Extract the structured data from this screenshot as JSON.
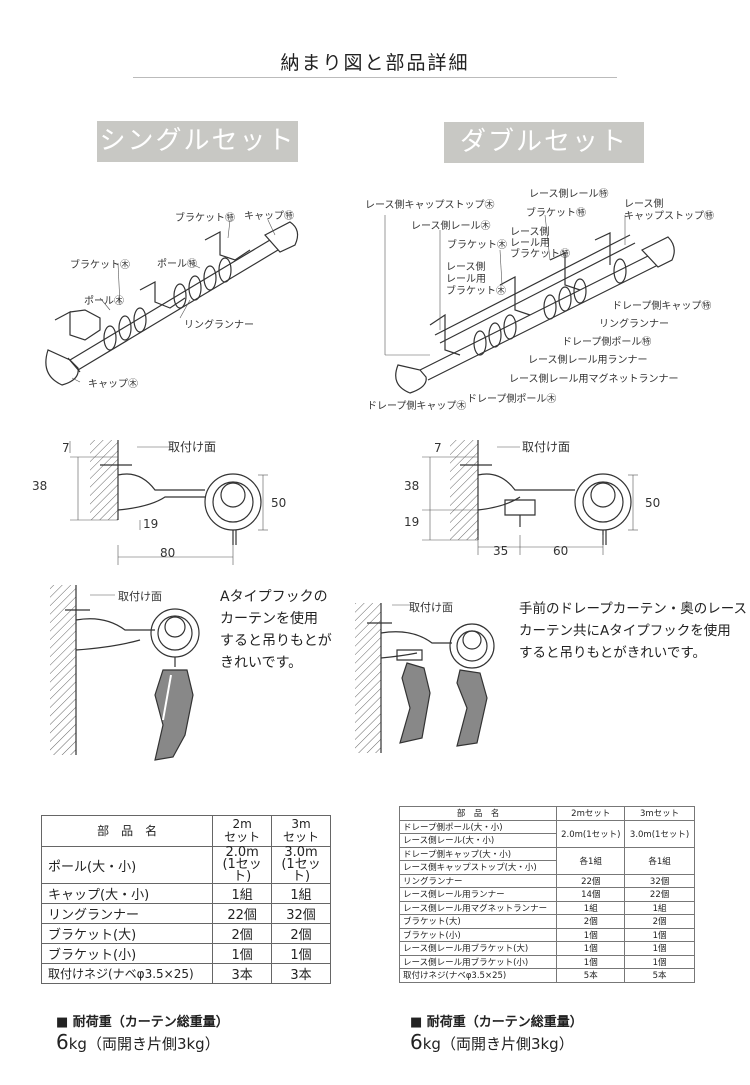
{
  "title": "納まり図と部品詳細",
  "single": {
    "heading": "シングルセット",
    "labels": {
      "bracket_small": "ブラケット㊕",
      "cap_small": "キャップ㊕",
      "bracket_large": "ブラケット㊍",
      "pole_small": "ポール㊕",
      "pole_large": "ポール㊍",
      "ring_runner": "リングランナー",
      "cap_large": "キャップ㊍"
    },
    "section": {
      "mount_face": "取付け面",
      "d7": "7",
      "d38": "38",
      "d19": "19",
      "d50": "50",
      "d80": "80"
    },
    "mount_face2": "取付け面",
    "note": [
      "Aタイプフックの",
      "カーテンを使用",
      "すると吊りもとが",
      "きれいです。"
    ],
    "table": {
      "header": [
        "部　品　名",
        "2m\nセット",
        "3m\nセット"
      ],
      "rows": [
        [
          "ポール(大・小)",
          "2.0m\n(1セット)",
          "3.0m\n(1セット)"
        ],
        [
          "キャップ(大・小)",
          "1組",
          "1組"
        ],
        [
          "リングランナー",
          "22個",
          "32個"
        ],
        [
          "ブラケット(大)",
          "2個",
          "2個"
        ],
        [
          "ブラケット(小)",
          "1個",
          "1個"
        ],
        [
          "取付けネジ(ナベφ3.5×25)",
          "3本",
          "3本"
        ]
      ]
    },
    "load_heading": "■ 耐荷重（カーテン総重量）",
    "load_value_big": "6",
    "load_value_rest": "kg（両開き片側3kg）"
  },
  "double": {
    "heading": "ダブルセット",
    "labels": {
      "lace_cap_stop_large": "レース側キャップストップ㊍",
      "lace_rail_small": "レース側レール㊕",
      "lace_cap_stop_small_1": "レース側",
      "lace_cap_stop_small_2": "キャップストップ㊕",
      "lace_rail_large": "レース側レール㊍",
      "bracket_small": "ブラケット㊕",
      "bracket_large": "ブラケット㊍",
      "lace_rail_bracket_small_1": "レース側",
      "lace_rail_bracket_small_2": "レール用",
      "lace_rail_bracket_small_3": "ブラケット㊕",
      "lace_rail_bracket_large_1": "レース側",
      "lace_rail_bracket_large_2": "レール用",
      "lace_rail_bracket_large_3": "ブラケット㊍",
      "drape_cap_small": "ドレープ側キャップ㊕",
      "ring_runner": "リングランナー",
      "drape_pole_small": "ドレープ側ポール㊕",
      "lace_rail_runner": "レース側レール用ランナー",
      "lace_magnet_runner": "レース側レール用マグネットランナー",
      "drape_pole_large": "ドレープ側ポール㊍",
      "drape_cap_large": "ドレープ側キャップ㊍"
    },
    "section": {
      "mount_face": "取付け面",
      "d7": "7",
      "d38": "38",
      "d19": "19",
      "d50": "50",
      "d35": "35",
      "d60": "60"
    },
    "mount_face2": "取付け面",
    "note": [
      "手前のドレープカーテン・奥のレース",
      "カーテン共にAタイプフックを使用",
      "すると吊りもとがきれいです。"
    ],
    "table": {
      "header": [
        "部　品　名",
        "2mセット",
        "3mセット"
      ],
      "rows": [
        [
          "ドレープ側ポール(大・小)",
          "2.0m(1セット)",
          "3.0m(1セット)"
        ],
        [
          "レース側レール(大・小)",
          "",
          ""
        ],
        [
          "ドレープ側キャップ(大・小)",
          "各1組",
          "各1組"
        ],
        [
          "レース側キャップストップ(大・小)",
          "",
          ""
        ],
        [
          "リングランナー",
          "22個",
          "32個"
        ],
        [
          "レース側レール用ランナー",
          "14個",
          "22個"
        ],
        [
          "レース側レール用マグネットランナー",
          "1組",
          "1組"
        ],
        [
          "ブラケット(大)",
          "2個",
          "2個"
        ],
        [
          "ブラケット(小)",
          "1個",
          "1個"
        ],
        [
          "レース側レール用ブラケット(大)",
          "1個",
          "1個"
        ],
        [
          "レース側レール用ブラケット(小)",
          "1個",
          "1個"
        ],
        [
          "取付けネジ(ナベφ3.5×25)",
          "5本",
          "5本"
        ]
      ]
    },
    "load_heading": "■ 耐荷重（カーテン総重量）",
    "load_value_big": "6",
    "load_value_rest": "kg（両開き片側3kg）"
  }
}
